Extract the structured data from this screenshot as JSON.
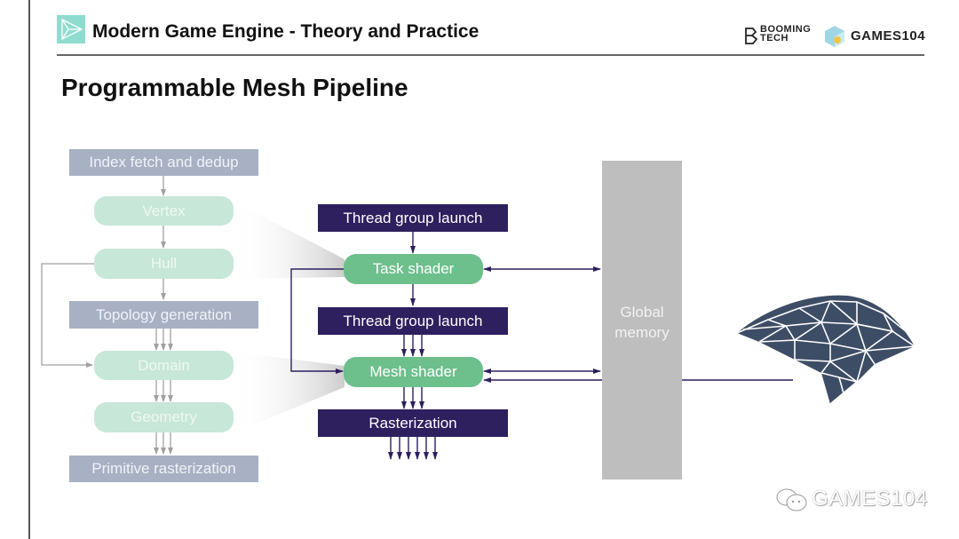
{
  "header": {
    "title": "Modern Game Engine - Theory and Practice",
    "brand_booming_line1": "BOOMING",
    "brand_booming_line2": "TECH",
    "brand_games": "GAMES104"
  },
  "slide": {
    "title": "Programmable Mesh Pipeline"
  },
  "legacy_pipeline": {
    "stages": [
      {
        "label": "Index fetch and dedup",
        "kind": "fixed"
      },
      {
        "label": "Vertex",
        "kind": "programmable"
      },
      {
        "label": "Hull",
        "kind": "programmable"
      },
      {
        "label": "Topology generation",
        "kind": "fixed"
      },
      {
        "label": "Domain",
        "kind": "programmable"
      },
      {
        "label": "Geometry",
        "kind": "programmable"
      },
      {
        "label": "Primitive rasterization",
        "kind": "fixed"
      }
    ]
  },
  "mesh_pipeline": {
    "stages": [
      {
        "label": "Thread group launch",
        "kind": "fixed"
      },
      {
        "label": "Task shader",
        "kind": "programmable"
      },
      {
        "label": "Thread group launch",
        "kind": "fixed"
      },
      {
        "label": "Mesh shader",
        "kind": "programmable"
      },
      {
        "label": "Rasterization",
        "kind": "fixed"
      }
    ]
  },
  "memory": {
    "line1": "Global",
    "line2": "memory"
  },
  "footer": {
    "watermark": "GAMES104"
  },
  "colors": {
    "fixed_legacy": "#a7b1c3",
    "programmable_legacy": "#c7e7d8",
    "fixed_mesh": "#2e1f5e",
    "programmable_mesh": "#6dbf8c",
    "memory": "#bebebe",
    "mesh_fill": "#3e4d66",
    "logo_teal": "#8fdbd0"
  }
}
